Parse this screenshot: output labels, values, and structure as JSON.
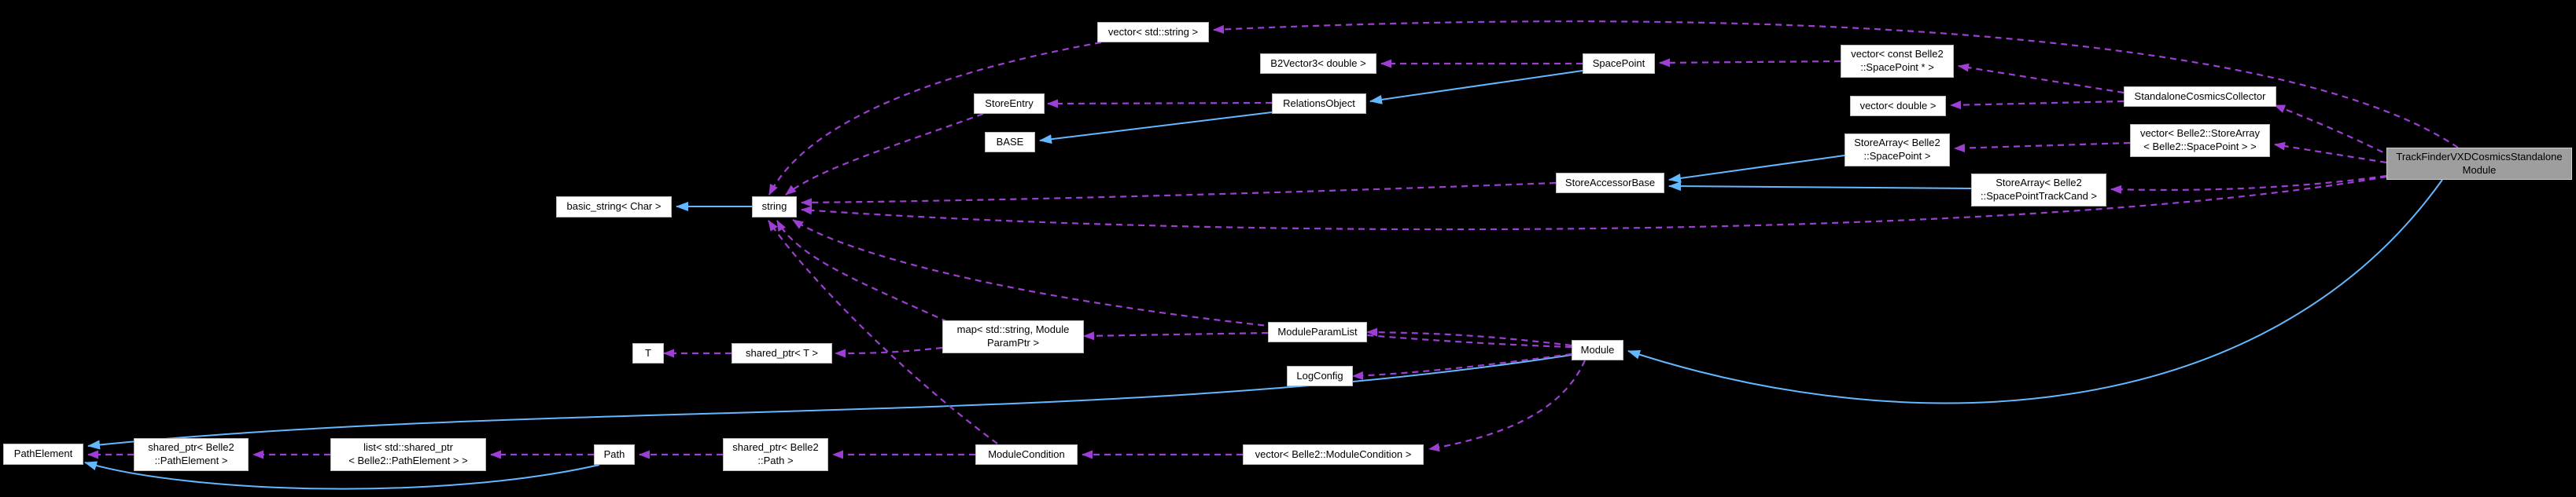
{
  "diagram": {
    "kind": "collaboration-graph",
    "background": "#000000",
    "edge_colors": {
      "usage_dashed": "#9e3fd4",
      "inheritance_solid": "#63b8ff"
    },
    "node_style": {
      "bg": "#ffffff",
      "border": "#b9b9b9",
      "text": "#000000"
    },
    "main_node_style": {
      "bg": "#9e9e9e",
      "border": "#cfcfcf",
      "text": "#000000"
    }
  },
  "nodes": {
    "vector_std_string": {
      "l1": "vector< std::string >"
    },
    "b2vector3": {
      "l1": "B2Vector3< double >"
    },
    "spacepoint": {
      "l1": "SpacePoint"
    },
    "vector_const_spacepoint_ptr": {
      "l1": "vector< const Belle2",
      "l2": "::SpacePoint * >"
    },
    "standalone_cosmics_collector": {
      "l1": "StandaloneCosmicsCollector"
    },
    "vector_double": {
      "l1": "vector< double >"
    },
    "storearray_spacepoint": {
      "l1": "StoreArray< Belle2",
      "l2": "::SpacePoint >"
    },
    "vector_storearray_spacepoint": {
      "l1": "vector< Belle2::StoreArray",
      "l2": "< Belle2::SpacePoint > >"
    },
    "storearray_spacepointtrackcand": {
      "l1": "StoreArray< Belle2",
      "l2": "::SpacePointTrackCand >"
    },
    "main": {
      "l1": "TrackFinderVXDCosmicsStandalone",
      "l2": "Module"
    },
    "storeentry": {
      "l1": "StoreEntry"
    },
    "relationsobject": {
      "l1": "RelationsObject"
    },
    "base": {
      "l1": "BASE"
    },
    "storeaccessorbase": {
      "l1": "StoreAccessorBase"
    },
    "basic_string": {
      "l1": "basic_string< Char >"
    },
    "string": {
      "l1": "string"
    },
    "t": {
      "l1": "T"
    },
    "shared_ptr_t": {
      "l1": "shared_ptr< T >"
    },
    "map_moduleparamptr": {
      "l1": "map< std::string, Module",
      "l2": "ParamPtr >"
    },
    "moduleparamlist": {
      "l1": "ModuleParamList"
    },
    "logconfig": {
      "l1": "LogConfig"
    },
    "module": {
      "l1": "Module"
    },
    "pathelement": {
      "l1": "PathElement"
    },
    "shared_ptr_pathelement": {
      "l1": "shared_ptr< Belle2",
      "l2": "::PathElement >"
    },
    "list_shared_ptr_pathelement": {
      "l1": "list< std::shared_ptr",
      "l2": "< Belle2::PathElement > >"
    },
    "path": {
      "l1": "Path"
    },
    "shared_ptr_path": {
      "l1": "shared_ptr< Belle2",
      "l2": "::Path >"
    },
    "modulecondition": {
      "l1": "ModuleCondition"
    },
    "vector_modulecondition": {
      "l1": "vector< Belle2::ModuleCondition >"
    }
  }
}
